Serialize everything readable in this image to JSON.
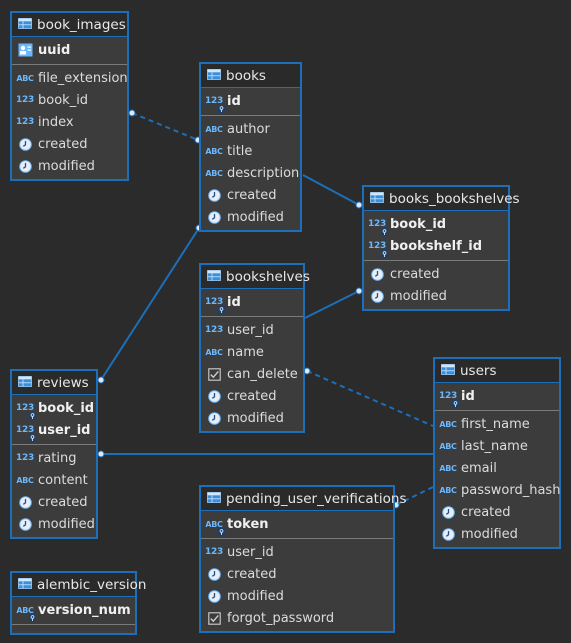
{
  "colors": {
    "background": "#2b2b2b",
    "table_body": "#3c3c3c",
    "table_header": "#2a2a2a",
    "border": "#1c6fb8",
    "edge": "#1c6fb8",
    "icon": "#69b8ff"
  },
  "tables": [
    {
      "key": "book_images",
      "title": "book_images",
      "pk": [
        {
          "name": "uuid",
          "type": "uuid"
        }
      ],
      "columns": [
        {
          "name": "file_extension",
          "type": "text"
        },
        {
          "name": "book_id",
          "type": "number"
        },
        {
          "name": "index",
          "type": "number"
        },
        {
          "name": "created",
          "type": "datetime"
        },
        {
          "name": "modified",
          "type": "datetime"
        }
      ]
    },
    {
      "key": "books",
      "title": "books",
      "pk": [
        {
          "name": "id",
          "type": "number"
        }
      ],
      "columns": [
        {
          "name": "author",
          "type": "text"
        },
        {
          "name": "title",
          "type": "text"
        },
        {
          "name": "description",
          "type": "text"
        },
        {
          "name": "created",
          "type": "datetime"
        },
        {
          "name": "modified",
          "type": "datetime"
        }
      ]
    },
    {
      "key": "books_bookshelves",
      "title": "books_bookshelves",
      "pk": [
        {
          "name": "book_id",
          "type": "number"
        },
        {
          "name": "bookshelf_id",
          "type": "number"
        }
      ],
      "columns": [
        {
          "name": "created",
          "type": "datetime"
        },
        {
          "name": "modified",
          "type": "datetime"
        }
      ]
    },
    {
      "key": "bookshelves",
      "title": "bookshelves",
      "pk": [
        {
          "name": "id",
          "type": "number"
        }
      ],
      "columns": [
        {
          "name": "user_id",
          "type": "number"
        },
        {
          "name": "name",
          "type": "text"
        },
        {
          "name": "can_delete",
          "type": "boolean"
        },
        {
          "name": "created",
          "type": "datetime"
        },
        {
          "name": "modified",
          "type": "datetime"
        }
      ]
    },
    {
      "key": "users",
      "title": "users",
      "pk": [
        {
          "name": "id",
          "type": "number"
        }
      ],
      "columns": [
        {
          "name": "first_name",
          "type": "text"
        },
        {
          "name": "last_name",
          "type": "text"
        },
        {
          "name": "email",
          "type": "text"
        },
        {
          "name": "password_hash",
          "type": "text"
        },
        {
          "name": "created",
          "type": "datetime"
        },
        {
          "name": "modified",
          "type": "datetime"
        }
      ]
    },
    {
      "key": "reviews",
      "title": "reviews",
      "pk": [
        {
          "name": "book_id",
          "type": "number"
        },
        {
          "name": "user_id",
          "type": "number"
        }
      ],
      "columns": [
        {
          "name": "rating",
          "type": "number"
        },
        {
          "name": "content",
          "type": "text"
        },
        {
          "name": "created",
          "type": "datetime"
        },
        {
          "name": "modified",
          "type": "datetime"
        }
      ]
    },
    {
      "key": "pending_user_verifications",
      "title": "pending_user_verifications",
      "pk": [
        {
          "name": "token",
          "type": "text"
        }
      ],
      "columns": [
        {
          "name": "user_id",
          "type": "number"
        },
        {
          "name": "created",
          "type": "datetime"
        },
        {
          "name": "modified",
          "type": "datetime"
        },
        {
          "name": "forgot_password",
          "type": "boolean"
        }
      ]
    },
    {
      "key": "alembic_version",
      "title": "alembic_version",
      "pk": [
        {
          "name": "version_num",
          "type": "text"
        }
      ],
      "columns": []
    }
  ],
  "relations": [
    {
      "from": "book_images",
      "to": "books",
      "style": "dashed"
    },
    {
      "from": "books",
      "to": "books_bookshelves",
      "style": "solid"
    },
    {
      "from": "bookshelves",
      "to": "books_bookshelves",
      "style": "solid"
    },
    {
      "from": "reviews",
      "to": "books",
      "style": "solid"
    },
    {
      "from": "reviews",
      "to": "users",
      "style": "solid"
    },
    {
      "from": "bookshelves",
      "to": "users",
      "style": "dashed"
    },
    {
      "from": "pending_user_verifications",
      "to": "users",
      "style": "dashed"
    }
  ]
}
